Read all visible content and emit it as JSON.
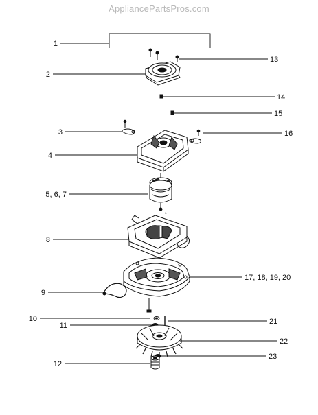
{
  "watermark": "AppliancePartsPros.com",
  "callouts": {
    "c1": "1",
    "c2": "2",
    "c3": "3",
    "c4": "4",
    "c5": "5, 6, 7",
    "c8": "8",
    "c9": "9",
    "c10": "10",
    "c11": "11",
    "c12": "12",
    "c13": "13",
    "c14": "14",
    "c15": "15",
    "c16": "16",
    "c17": "17, 18, 19, 20",
    "c21": "21",
    "c22": "22",
    "c23": "23"
  }
}
